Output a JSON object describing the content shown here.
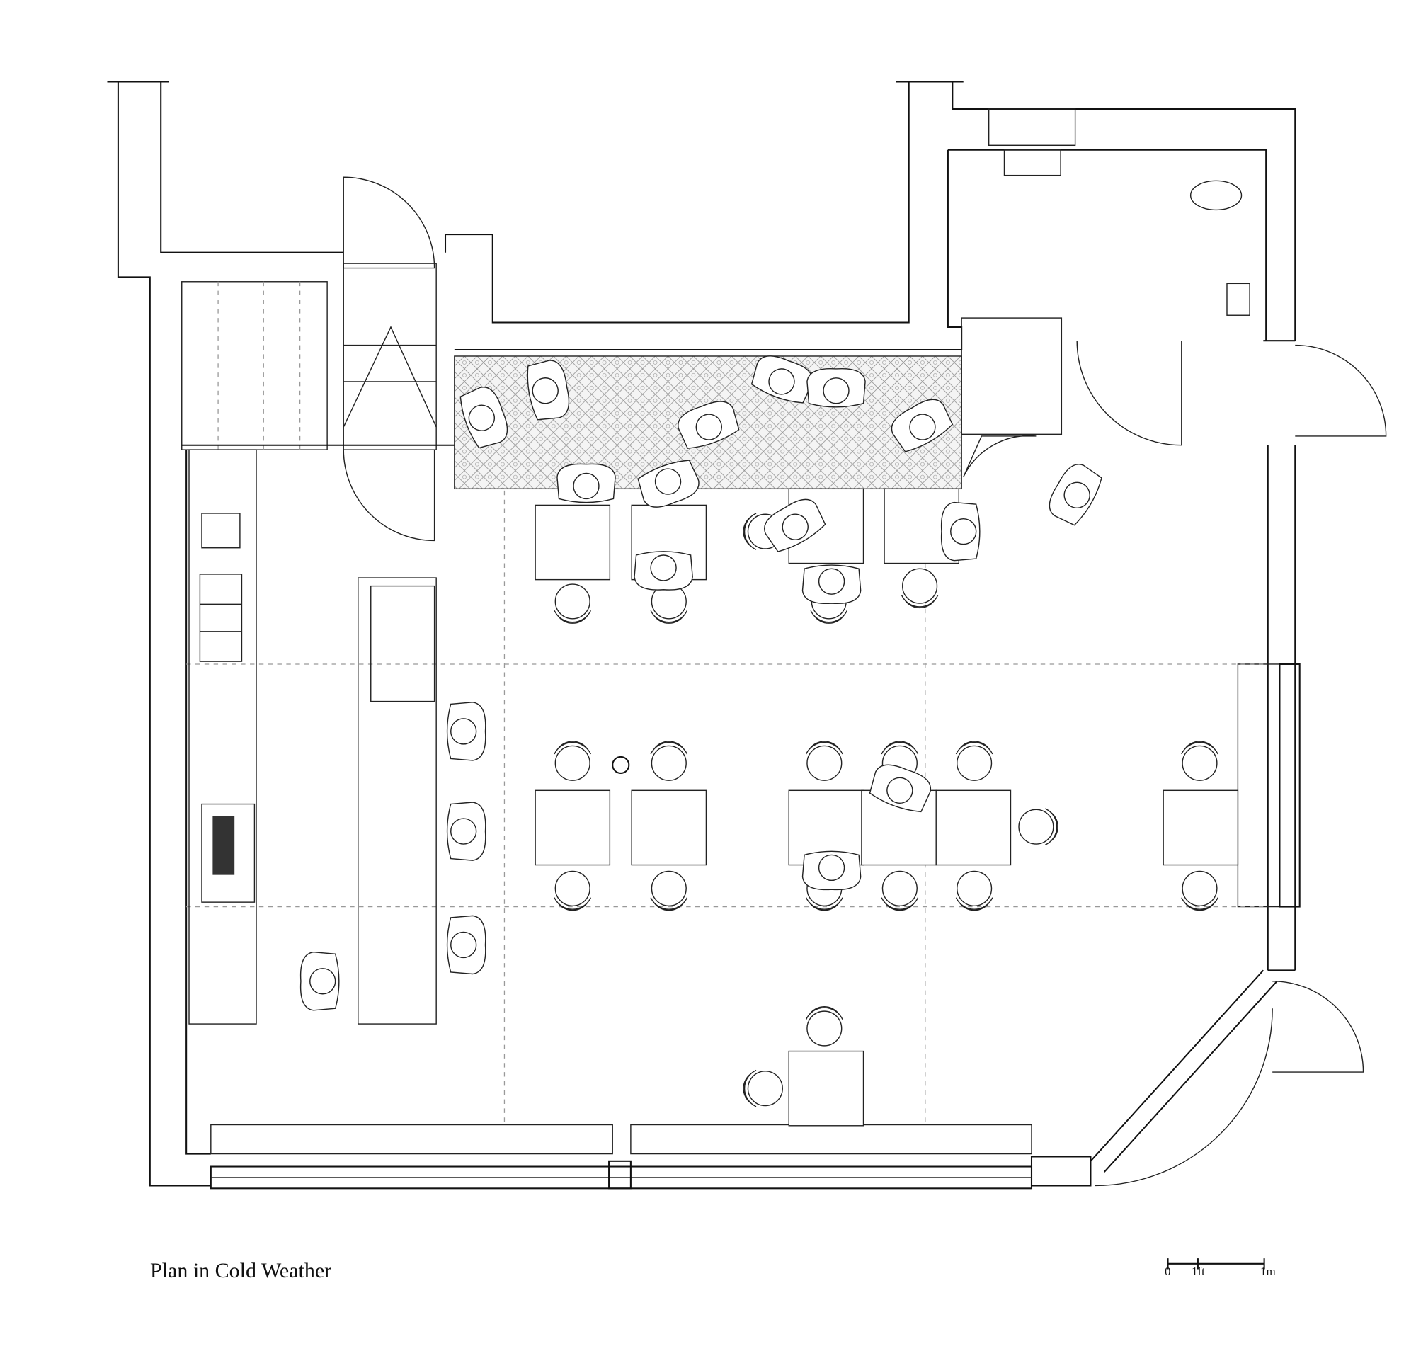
{
  "caption": "Plan in Cold Weather",
  "scale_bar": {
    "labels": [
      "0",
      "1ft",
      "1m"
    ]
  }
}
